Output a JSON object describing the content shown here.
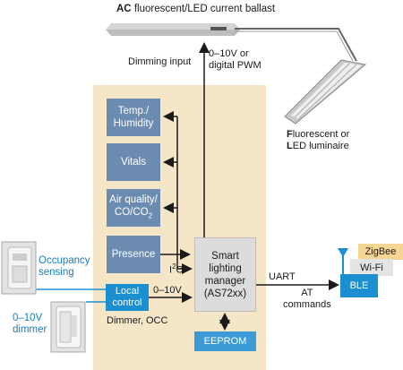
{
  "ballast_label": "AC fluorescent/LED current ballast",
  "dimming_input_label": "Dimming input",
  "dimming_signal_line1": "0–10V or",
  "dimming_signal_line2": "digital PWM",
  "luminaire_line1": "Fluorescent or",
  "luminaire_line2": "LED luminaire",
  "sensors": {
    "temp_line1": "Temp./",
    "temp_line2": "Humidity",
    "vitals": "Vitals",
    "air_line1": "Air quality/",
    "air_line2": "CO/CO",
    "air_subscript": "2",
    "presence": "Presence"
  },
  "i2c_label": "I",
  "i2c_sup": "2",
  "i2c_tail": "C",
  "manager_line1": "Smart",
  "manager_line2": "lighting",
  "manager_line3": "manager",
  "manager_line4": "(AS72xx)",
  "eeprom": "EEPROM",
  "local_line1": "Local",
  "local_line2": "control",
  "zero_ten_v": "0–10V",
  "dimmer_occ": "Dimmer, OCC",
  "occupancy_line1": "Occupancy",
  "occupancy_line2": "sensing",
  "dimmer_line1": "0–10V",
  "dimmer_line2": "dimmer",
  "uart_label": "UART",
  "at_line1": "AT",
  "at_line2": "commands",
  "ble": "BLE",
  "wifi": "Wi-Fi",
  "zigbee": "ZigBee",
  "colors": {
    "panel": "#f6e6c8",
    "sensor_block": "#6b8cb0",
    "accent_blue": "#1c8fd0",
    "manager": "#dcdcdc"
  }
}
